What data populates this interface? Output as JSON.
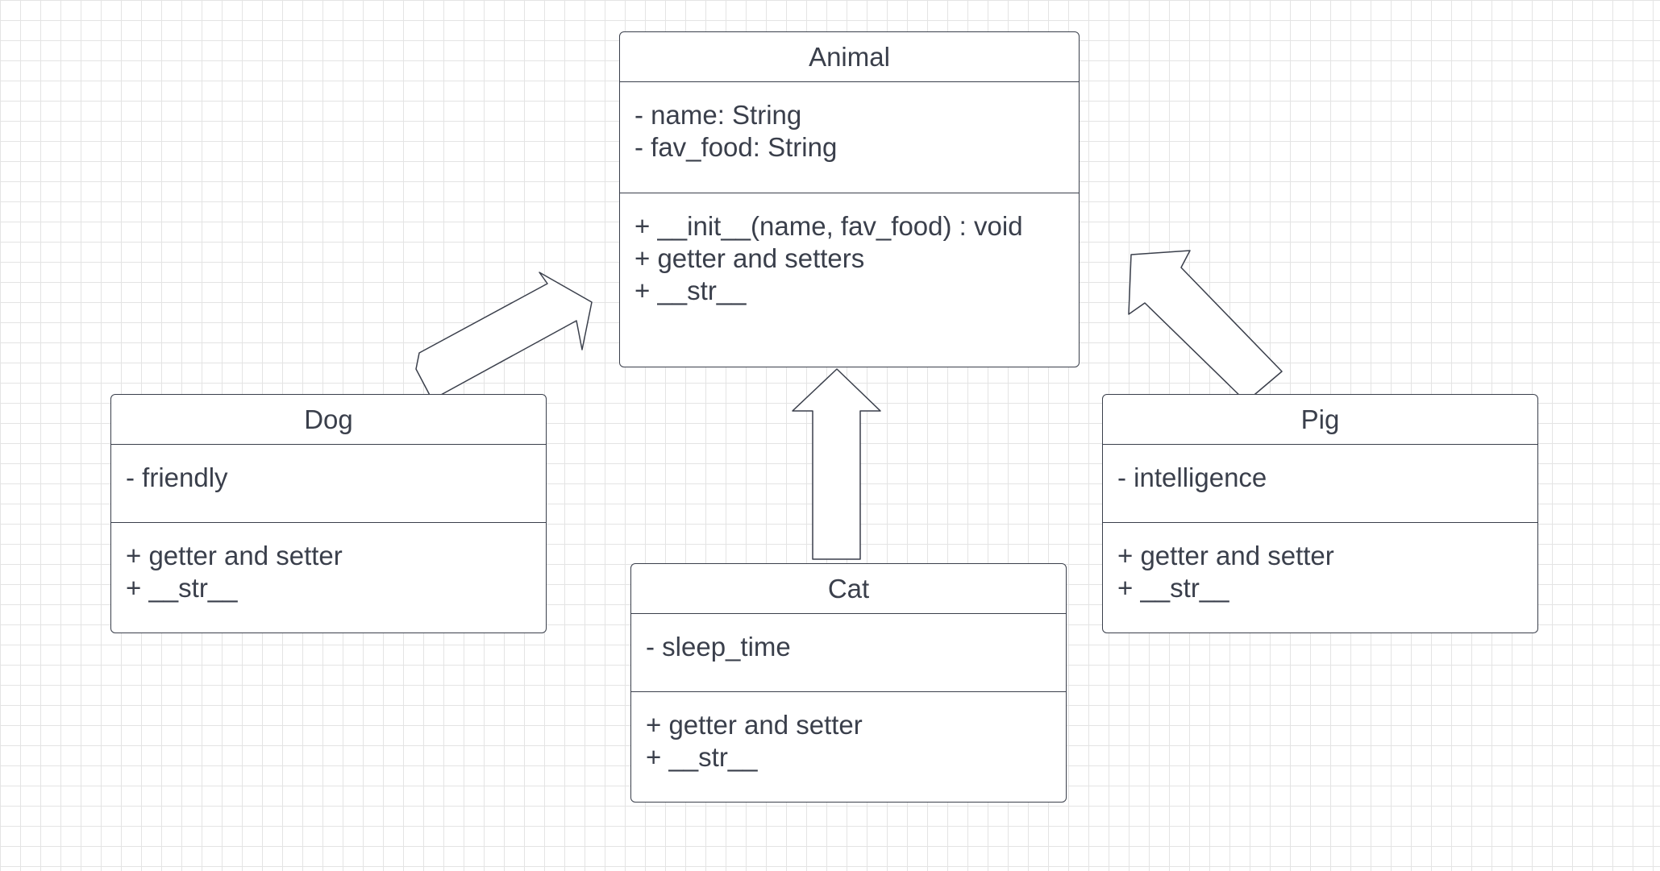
{
  "animal": {
    "title": "Animal",
    "attributes": [
      "- name: String",
      "- fav_food: String"
    ],
    "methods": [
      "+ __init__(name, fav_food) : void",
      "+ getter and setters",
      "+ __str__"
    ]
  },
  "dog": {
    "title": "Dog",
    "attributes": [
      "- friendly"
    ],
    "methods": [
      "+ getter and setter",
      "+ __str__"
    ]
  },
  "cat": {
    "title": "Cat",
    "attributes": [
      "- sleep_time"
    ],
    "methods": [
      "+ getter and setter",
      "+ __str__"
    ]
  },
  "pig": {
    "title": "Pig",
    "attributes": [
      "- intelligence"
    ],
    "methods": [
      "+ getter and setter",
      "+ __str__"
    ]
  },
  "relations": [
    {
      "from": "Dog",
      "to": "Animal",
      "type": "inheritance-arrow"
    },
    {
      "from": "Cat",
      "to": "Animal",
      "type": "inheritance-arrow"
    },
    {
      "from": "Pig",
      "to": "Animal",
      "type": "inheritance-arrow"
    }
  ],
  "colors": {
    "stroke": "#3a3f4b",
    "grid": "#e4e4e4",
    "background": "#ffffff"
  }
}
